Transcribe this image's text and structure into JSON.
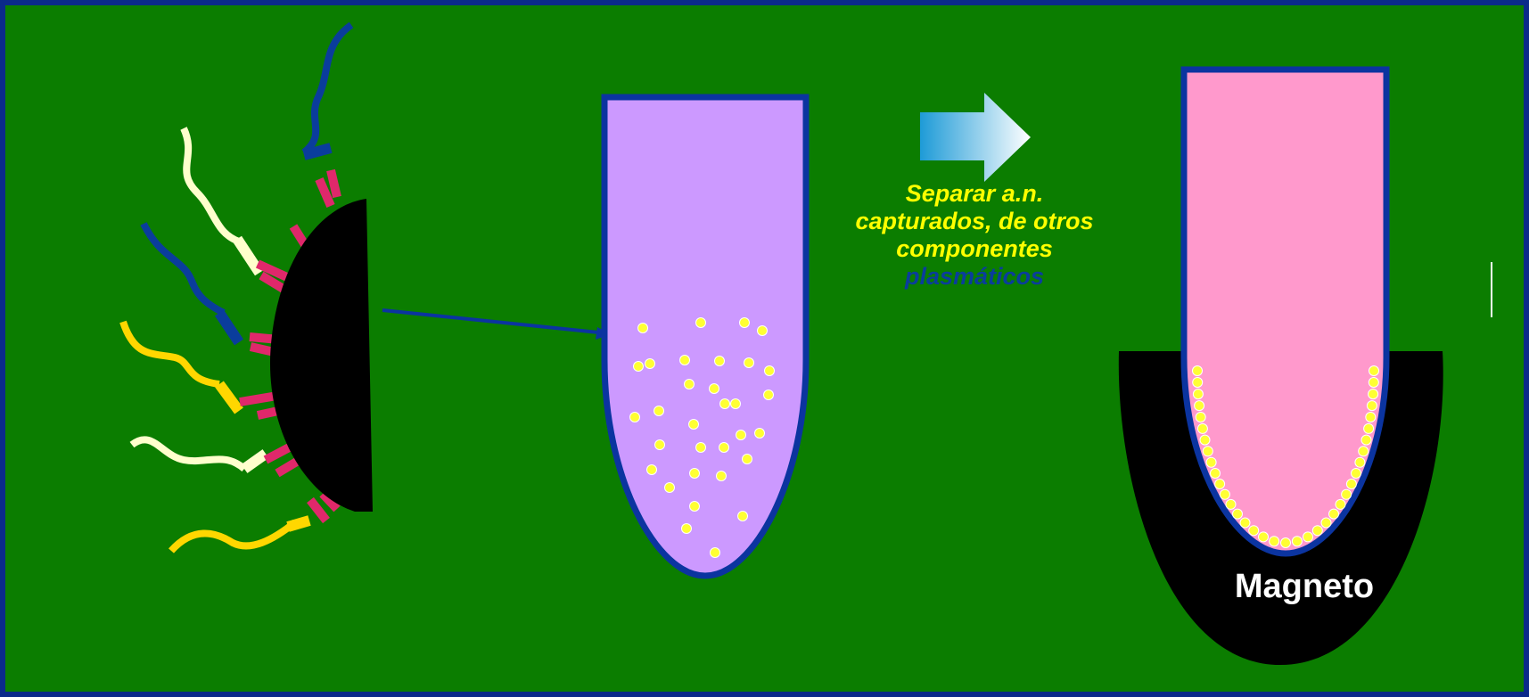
{
  "slide": {
    "colors": {
      "background": "#0b7d00",
      "frame": "#0b2a8a",
      "bead": "#000000",
      "tube_left_fill": "#cc99ff",
      "tube_right_fill": "#ff99cc",
      "tube_outline": "#0b34a0",
      "particle": "#ffff33",
      "antibody": "#e0286b",
      "strand_blue": "#0a3d9c",
      "strand_cream": "#ffffcc",
      "strand_yellow": "#ffd700",
      "arrow_start": "#1e9bd7",
      "arrow_end": "#ffffff",
      "magnet_text": "#ffffff"
    }
  },
  "arrow_caption": {
    "line1": "Separar a.n.",
    "line2": "capturados, de otros",
    "line3": "componentes",
    "line4": "plasmáticos"
  },
  "magnet": {
    "label": "Magneto"
  },
  "icons": {
    "process_arrow": "right-arrow-icon",
    "bead": "magnetic-bead-icon"
  }
}
